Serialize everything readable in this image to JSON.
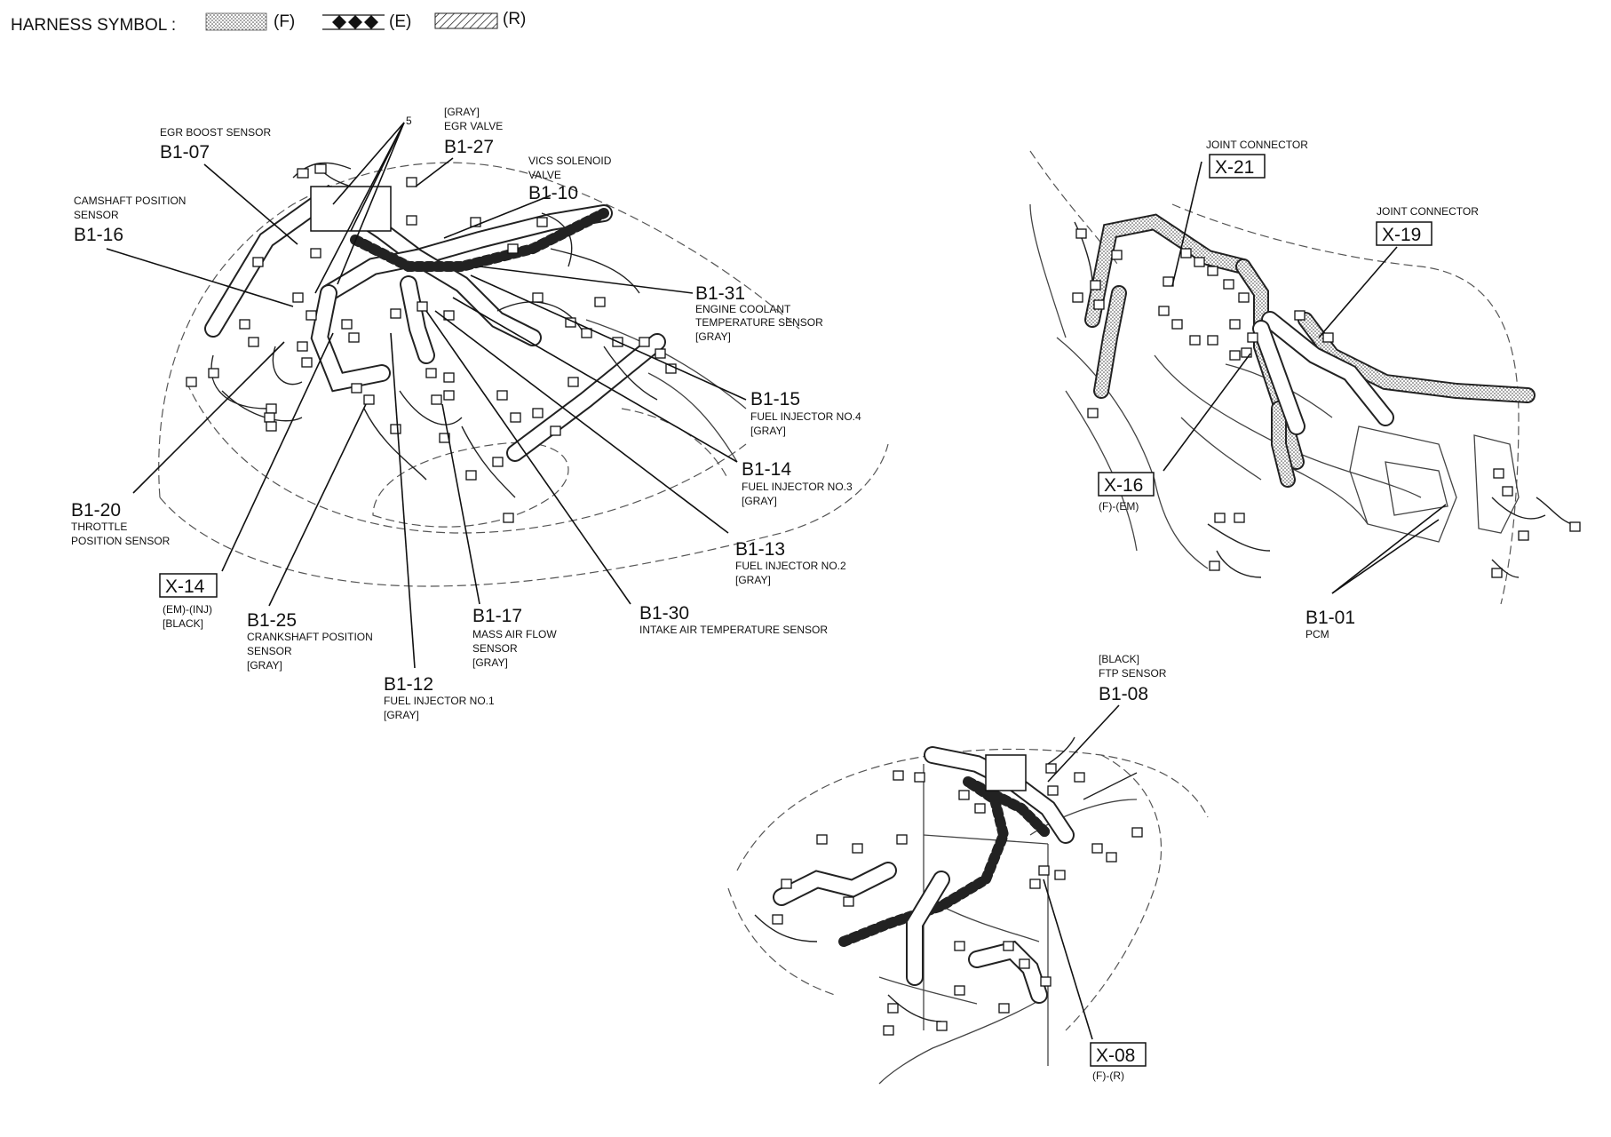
{
  "legend": {
    "title": "HARNESS SYMBOL :",
    "items": [
      {
        "pattern": "dots",
        "code": "(F)"
      },
      {
        "pattern": "diamonds",
        "code": "(E)"
      },
      {
        "pattern": "hatch",
        "code": "(R)"
      }
    ]
  },
  "callouts": [
    {
      "id": "egr-boost",
      "code": "B1-07",
      "lines": [
        "EGR BOOST SENSOR"
      ],
      "boxed": false
    },
    {
      "id": "egr-valve",
      "code": "B1-27",
      "lines": [
        "[GRAY]",
        "EGR VALVE"
      ],
      "boxed": false
    },
    {
      "id": "vics",
      "code": "B1-10",
      "lines": [
        "VICS SOLENOID",
        "VALVE"
      ],
      "boxed": false
    },
    {
      "id": "camshaft",
      "code": "B1-16",
      "lines": [
        "CAMSHAFT POSITION",
        "SENSOR"
      ],
      "boxed": false
    },
    {
      "id": "coolant",
      "code": "B1-31",
      "lines": [
        "ENGINE COOLANT",
        "TEMPERATURE SENSOR",
        "[GRAY]"
      ],
      "boxed": false
    },
    {
      "id": "inj4",
      "code": "B1-15",
      "lines": [
        "FUEL INJECTOR NO.4",
        "[GRAY]"
      ],
      "boxed": false
    },
    {
      "id": "inj3",
      "code": "B1-14",
      "lines": [
        "FUEL INJECTOR NO.3",
        "[GRAY]"
      ],
      "boxed": false
    },
    {
      "id": "inj2",
      "code": "B1-13",
      "lines": [
        "FUEL INJECTOR NO.2",
        "[GRAY]"
      ],
      "boxed": false
    },
    {
      "id": "iat",
      "code": "B1-30",
      "lines": [
        "INTAKE AIR TEMPERATURE SENSOR"
      ],
      "boxed": false
    },
    {
      "id": "maf",
      "code": "B1-17",
      "lines": [
        "MASS AIR FLOW",
        "SENSOR",
        "[GRAY]"
      ],
      "boxed": false
    },
    {
      "id": "inj1",
      "code": "B1-12",
      "lines": [
        "FUEL INJECTOR NO.1",
        "[GRAY]"
      ],
      "boxed": false
    },
    {
      "id": "crank",
      "code": "B1-25",
      "lines": [
        "CRANKSHAFT POSITION",
        "SENSOR",
        "[GRAY]"
      ],
      "boxed": false
    },
    {
      "id": "x14",
      "code": "X-14",
      "lines": [
        "(EM)-(INJ)",
        "[BLACK]"
      ],
      "boxed": true
    },
    {
      "id": "throttle",
      "code": "B1-20",
      "lines": [
        "THROTTLE",
        "POSITION SENSOR"
      ],
      "boxed": false
    },
    {
      "id": "x21",
      "code": "X-21",
      "lines": [
        "JOINT CONNECTOR"
      ],
      "boxed": true
    },
    {
      "id": "x19",
      "code": "X-19",
      "lines": [
        "JOINT CONNECTOR"
      ],
      "boxed": true
    },
    {
      "id": "x16",
      "code": "X-16",
      "lines": [
        "(F)-(EM)"
      ],
      "boxed": true
    },
    {
      "id": "pcm",
      "code": "B1-01",
      "lines": [
        "PCM"
      ],
      "boxed": false
    },
    {
      "id": "ftp",
      "code": "B1-08",
      "lines": [
        "[BLACK]",
        "FTP SENSOR"
      ],
      "boxed": false
    },
    {
      "id": "x08",
      "code": "X-08",
      "lines": [
        "(F)-(R)"
      ],
      "boxed": true
    }
  ],
  "count_label": "5"
}
